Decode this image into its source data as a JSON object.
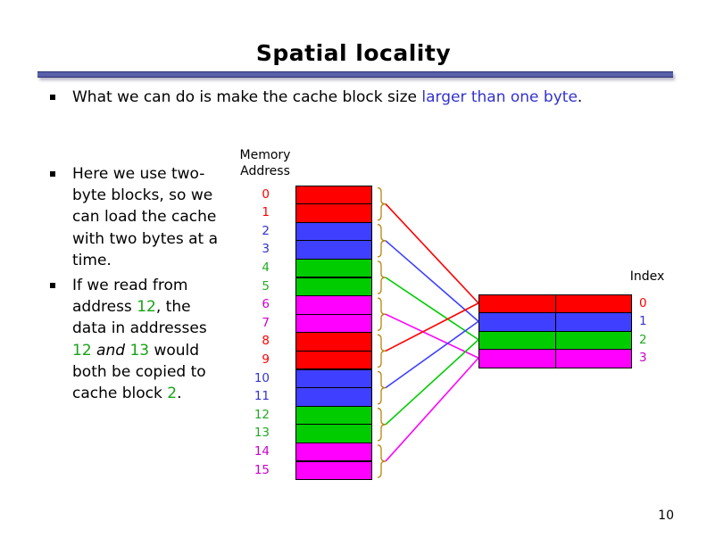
{
  "slide": {
    "title": "Spatial locality",
    "page_number": "10"
  },
  "bullets": {
    "b1": {
      "before": "What we can do is make the cache block size ",
      "highlight": "larger than one byte",
      "after": "."
    },
    "b2": {
      "text": "Here we use two-byte blocks, so we can load the cache with two bytes at a time."
    },
    "b3": {
      "p1": "If we read from address ",
      "addr": "12",
      "p2": ", the data in addresses ",
      "a12": "12",
      "and_word": "and",
      "a13": "13",
      "p3": " would both be copied to cache block ",
      "block": "2",
      "p4": "."
    }
  },
  "diagram": {
    "memory_header_line1": "Memory",
    "memory_header_line2": "Address",
    "index_header": "Index",
    "addresses": [
      "0",
      "1",
      "2",
      "3",
      "4",
      "5",
      "6",
      "7",
      "8",
      "9",
      "10",
      "11",
      "12",
      "13",
      "14",
      "15"
    ],
    "cache_indexes": [
      "0",
      "1",
      "2",
      "3"
    ],
    "block_colors": [
      "#ff0000",
      "#3f3fff",
      "#00cc00",
      "#ff00ff"
    ],
    "address_label_colors": [
      "#ff0000",
      "#3333cc",
      "#22aa22",
      "#cc00cc"
    ]
  }
}
